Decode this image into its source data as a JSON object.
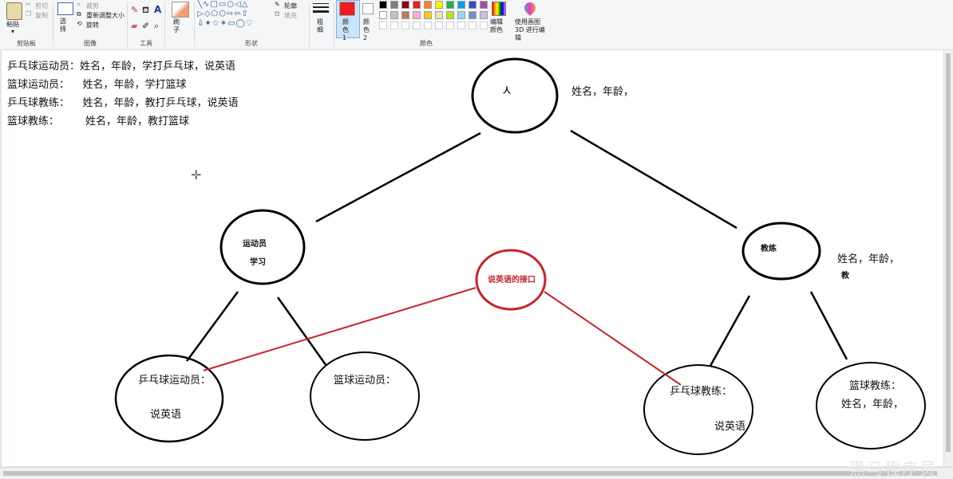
{
  "ribbon": {
    "clipboard": {
      "paste": "粘贴",
      "cut": "剪切",
      "copy": "复制",
      "label": "剪贴板"
    },
    "image": {
      "select": "选择",
      "crop": "裁剪",
      "resize": "重新调整大小",
      "rotate": "旋转",
      "label": "图像"
    },
    "tools": {
      "label": "工具"
    },
    "brush": {
      "label": "刷子"
    },
    "shapes": {
      "outline": "轮廓",
      "fill": "填充",
      "label": "形状"
    },
    "size": {
      "label": "粗细"
    },
    "colors": {
      "color1": "颜色 1",
      "color2": "颜色 2",
      "edit": "编辑颜色",
      "paint3d": "使用画图 3D 进行编辑",
      "label": "颜色",
      "color1_value": "#ed1c24",
      "palette_row1": [
        "#000000",
        "#7f7f7f",
        "#880015",
        "#ed1c24",
        "#ff7f27",
        "#fff200",
        "#22b14c",
        "#00a2e8",
        "#3f48cc",
        "#a349a4"
      ],
      "palette_row2": [
        "#ffffff",
        "#c3c3c3",
        "#b97a57",
        "#ffaec9",
        "#ffc90e",
        "#efe4b0",
        "#b5e61d",
        "#99d9ea",
        "#7092be",
        "#c8bfe7"
      ]
    }
  },
  "canvas": {
    "notes": [
      "乒乓球运动员：姓名，年龄，学打乒乓球，说英语",
      "篮球运动员：    姓名，年龄，学打篮球",
      "乒乓球教练：    姓名，年龄，教打乒乓球，说英语",
      "篮球教练：        姓名，年龄，教打篮球"
    ],
    "nodes": {
      "person": "人",
      "person_attrs": "姓名，年龄，",
      "athlete_line1": "运动员",
      "athlete_line2": "学习",
      "coach": "教练",
      "coach_attrs": "姓名，年龄，",
      "coach_teach": "教",
      "interface": "说英语的接口",
      "pp_athlete": "乒乓球运动员：",
      "pp_athlete_skill": "说英语",
      "bb_athlete": "篮球运动员：",
      "pp_coach": "乒乓球教练：",
      "pp_coach_skill": "说英语",
      "bb_coach": "篮球教练：",
      "bb_coach_attrs": "姓名，年龄，"
    },
    "colors": {
      "interface": "#c8232c",
      "ink": "#000000"
    },
    "watermark": "黑马程序员"
  }
}
